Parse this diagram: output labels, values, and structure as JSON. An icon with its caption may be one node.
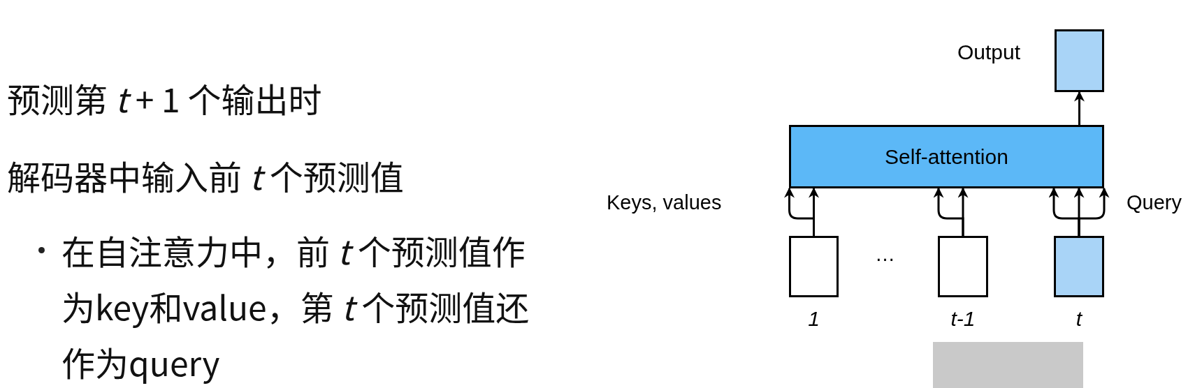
{
  "diagram": {
    "nodes": [
      {
        "text": [],
        "shape": "box",
        "beside": [
          "Output"
        ]
      },
      {
        "text": [
          "Self-attention"
        ]
      },
      {
        "text": [],
        "shape": "box",
        "beside": [
          "1"
        ]
      },
      {
        "text": [],
        "shape": "box",
        "beside": [
          "t-1"
        ]
      },
      {
        "text": [],
        "shape": "box",
        "beside": [
          "t"
        ]
      }
    ],
    "edges": [
      {
        "from": 1,
        "to": 0,
        "arrow": "to"
      },
      {
        "from": 2,
        "to": 1,
        "arrow": "to"
      },
      {
        "from": 2,
        "to": 1,
        "arrow": "to"
      },
      {
        "from": 3,
        "to": 1,
        "arrow": "to"
      },
      {
        "from": 3,
        "to": 1,
        "arrow": "to"
      },
      {
        "from": 4,
        "to": 1,
        "arrow": "to"
      },
      {
        "from": 4,
        "to": 1,
        "arrow": "to"
      },
      {
        "from": 4,
        "to": 1,
        "arrow": "to"
      }
    ],
    "labels": [
      "预测第 *t* + 1 个输出时",
      "解码器中输入前 *t* 个预测值",
      "在自注意力中，前 *t* 个预测值作为key和value，第 *t* 个预测值还作为query",
      "Keys, values",
      "…",
      "Query"
    ]
  }
}
